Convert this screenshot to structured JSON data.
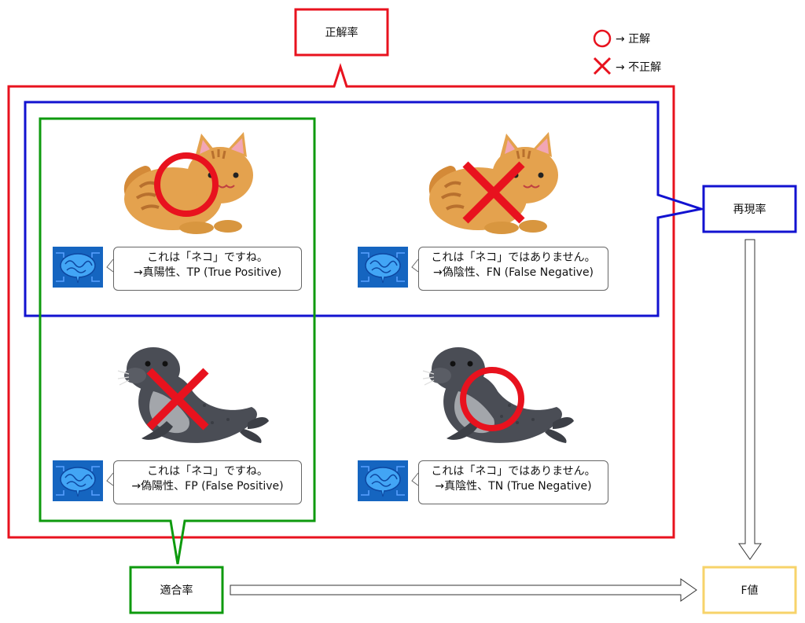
{
  "labels": {
    "accuracy": "正解率",
    "recall": "再現率",
    "precision": "適合率",
    "fmeasure": "F値"
  },
  "legend": {
    "correct": "→ 正解",
    "incorrect": "→ 不正解"
  },
  "quadrants": {
    "tp": {
      "line1": "これは「ネコ」ですね。",
      "line2": "→真陽性、TP (True Positive)",
      "mark": "correct-circle"
    },
    "fn": {
      "line1": "これは「ネコ」ではありません。",
      "line2": "→偽陰性、FN (False Negative)",
      "mark": "incorrect-cross"
    },
    "fp": {
      "line1": "これは「ネコ」ですね。",
      "line2": "→偽陽性、FP (False Positive)",
      "mark": "incorrect-cross"
    },
    "tn": {
      "line1": "これは「ネコ」ではありません。",
      "line2": "→真陰性、TN (True Negative)",
      "mark": "correct-circle"
    }
  },
  "colors": {
    "accuracy": "#e8121e",
    "recall": "#1212d0",
    "precision": "#0e9a0e",
    "fmeasure": "#f7d36a",
    "cat": "#e4a24e",
    "seal": "#4a4d55",
    "brain_bg": "#1565c0"
  }
}
